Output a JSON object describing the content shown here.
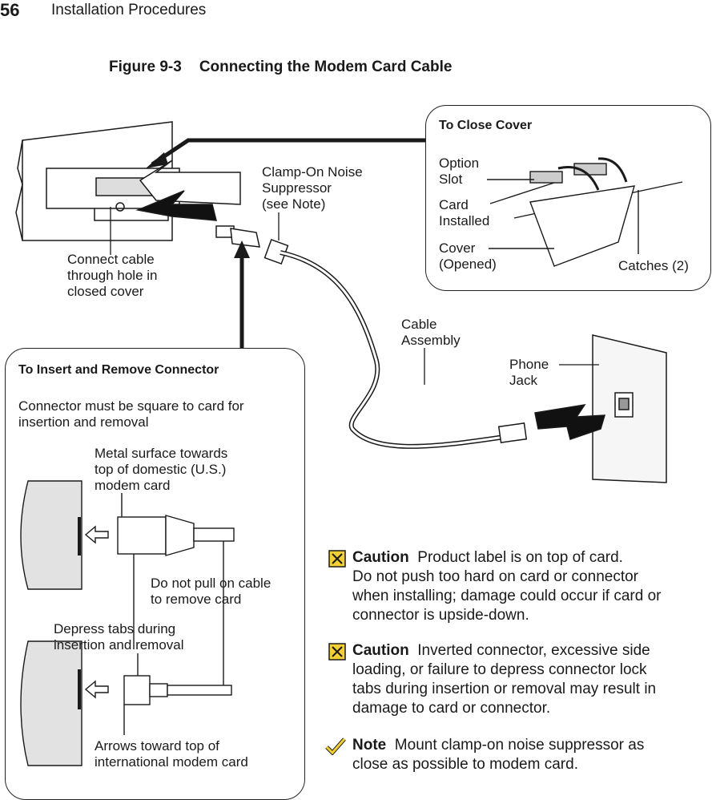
{
  "header": {
    "page_number": "56",
    "running_head": "Installation Procedures"
  },
  "figure": {
    "number": "Figure 9-3",
    "title": "Connecting the Modem Card Cable"
  },
  "callouts": {
    "clamp": "Clamp-On Noise\nSuppressor\n(see Note)",
    "connect_cable": "Connect cable\nthrough hole in\nclosed cover",
    "cable_assembly": "Cable\nAssembly",
    "phone_jack": "Phone\nJack"
  },
  "close_cover": {
    "title": "To Close Cover",
    "option_slot": "Option\nSlot",
    "card_installed": "Card\nInstalled",
    "cover_opened": "Cover\n(Opened)",
    "catches": "Catches (2)"
  },
  "insert_remove": {
    "title": "To Insert and Remove Connector",
    "intro": "Connector must be square to card for\ninsertion and removal",
    "metal_surface": "Metal surface towards\ntop of domestic (U.S.)\nmodem card",
    "do_not_pull": "Do not pull on cable\nto remove card",
    "depress_tabs": "Depress tabs during\ninsertion and removal",
    "arrows_toward": "Arrows toward top of\ninternational modem card"
  },
  "notes": [
    {
      "kind": "caution",
      "label": "Caution",
      "text": "Product label is on top of card.\nDo not push too hard on card or connector\nwhen installing; damage could occur if card or\nconnector is upside-down."
    },
    {
      "kind": "caution",
      "label": "Caution",
      "text": "Inverted connector, excessive side\nloading, or failure to depress connector lock\ntabs during insertion or removal may result in\ndamage to card or connector."
    },
    {
      "kind": "note",
      "label": "Note",
      "text": "Mount clamp-on noise suppressor as\nclose as possible to modem card."
    }
  ],
  "colors": {
    "caution_icon": "#f2cf33",
    "note_icon": "#f2cf33",
    "line": "#1a1a1a"
  }
}
